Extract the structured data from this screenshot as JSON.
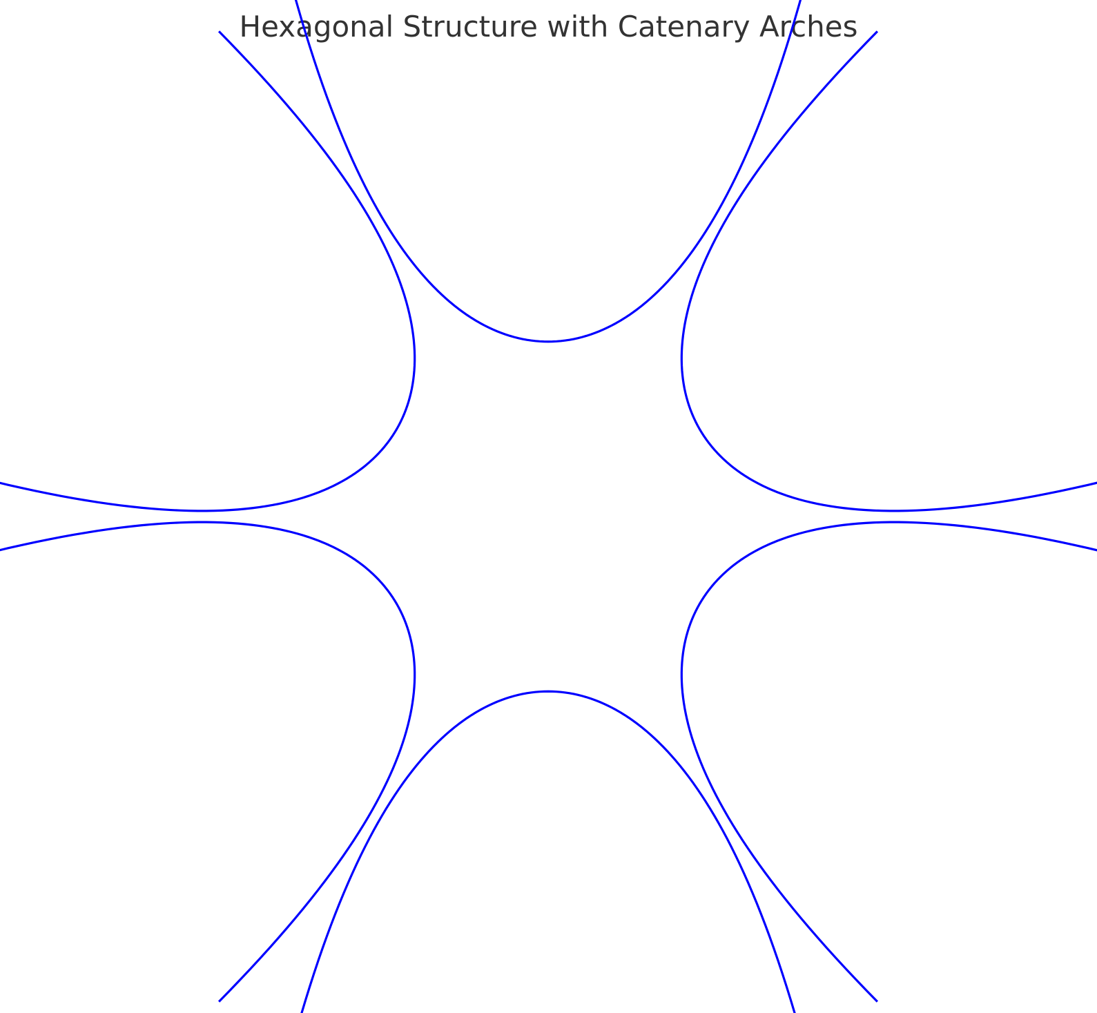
{
  "title": "Hexagonal Structure with Catenary Arches",
  "colors": {
    "arch_stroke": "#0000ff",
    "title_text": "#333333",
    "background": "#ffffff"
  },
  "arches": [
    {
      "name": "arch-top",
      "orientation_deg": 90
    },
    {
      "name": "arch-upper-right",
      "orientation_deg": 30
    },
    {
      "name": "arch-lower-right",
      "orientation_deg": -30
    },
    {
      "name": "arch-bottom",
      "orientation_deg": -90
    },
    {
      "name": "arch-lower-left",
      "orientation_deg": -150
    },
    {
      "name": "arch-upper-left",
      "orientation_deg": 150
    }
  ]
}
